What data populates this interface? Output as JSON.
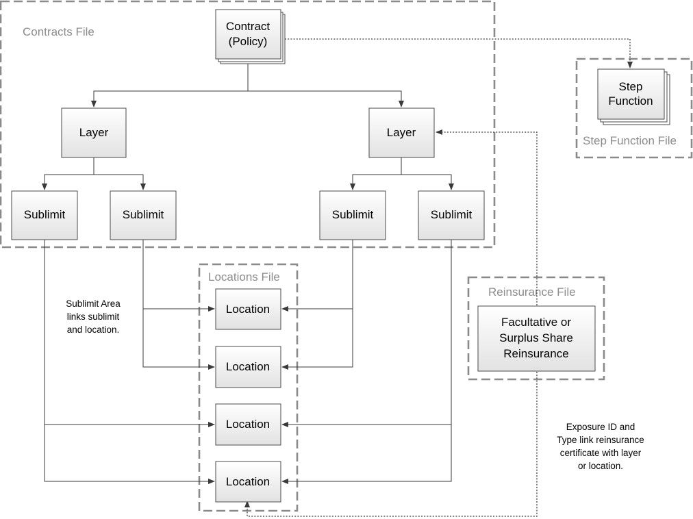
{
  "groups": {
    "contracts": "Contracts File",
    "step_function": "Step Function File",
    "locations": "Locations File",
    "reinsurance": "Reinsurance File"
  },
  "nodes": {
    "contract": [
      "Contract",
      "(Policy)"
    ],
    "step_function": [
      "Step",
      "Function"
    ],
    "layer": "Layer",
    "sublimit": "Sublimit",
    "location": "Location",
    "reinsurance": [
      "Facultative or",
      "Surplus Share",
      "Reinsurance"
    ]
  },
  "annotations": {
    "sublimit_area": [
      "Sublimit Area",
      "links sublimit",
      "and location."
    ],
    "exposure_id": [
      "Exposure ID and",
      "Type link reinsurance",
      "certificate with layer",
      "or location."
    ]
  },
  "colors": {
    "boundary": "#8a8a8a",
    "group_label": "#8c8c8c",
    "box_top": "#ffffff",
    "box_bottom": "#e2e2e2",
    "line": "#3a3a3a"
  }
}
